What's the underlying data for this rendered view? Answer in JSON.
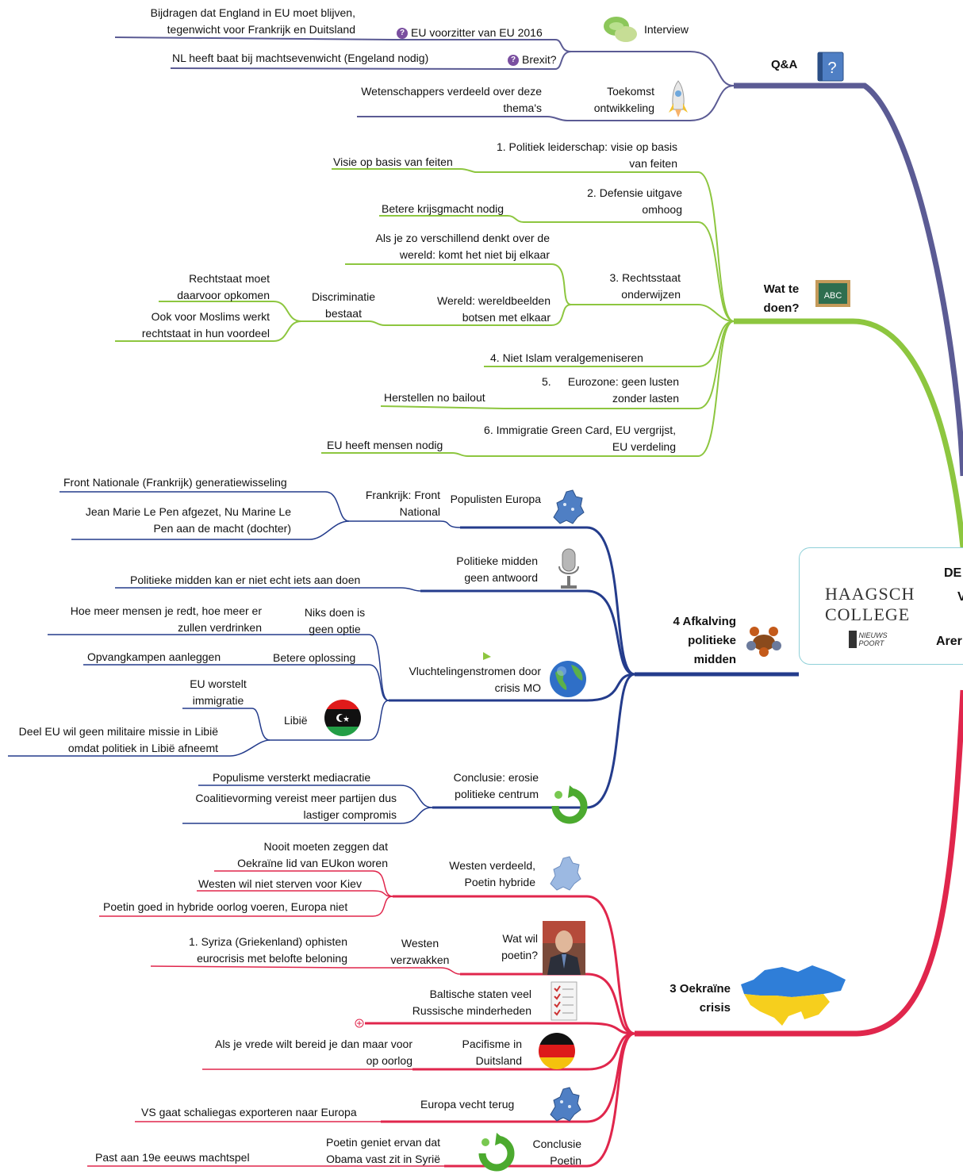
{
  "central": {
    "title_fragments": [
      "DE",
      "V",
      "Arer"
    ],
    "logo_line1": "HAAGSCH",
    "logo_line2": "COLLEGE",
    "logo_small": "NIEUWS POORT"
  },
  "branches": {
    "qa": {
      "label": "Q&A",
      "color": "#5b5b94",
      "interview": {
        "label": "Interview",
        "eu_chair": "EU voorzitter van EU 2016",
        "eu_chair_note": "Bijdragen dat England in EU moet blijven, tegenwicht voor Frankrijk en Duitsland",
        "brexit": "Brexit?",
        "brexit_note": "NL heeft baat bij machtsevenwicht (Engeland nodig)"
      },
      "future": {
        "label": "Toekomst ontwikkeling",
        "note": "Wetenschappers verdeeld over deze thema's"
      }
    },
    "todo": {
      "label": "Wat te doen?",
      "color": "#8dc63f",
      "items": [
        {
          "label": "1.  Politiek leiderschap: visie op basis van feiten",
          "note": "Visie op basis van feiten"
        },
        {
          "label": "2.  Defensie uitgave omhoog",
          "note": "Betere krijsgmacht nodig"
        },
        {
          "label": "3.  Rechtsstaat onderwijzen",
          "note": "Als je zo verschillend denkt over de wereld: komt het niet bij elkaar",
          "sub": "Wereld: wereldbeelden botsen met elkaar",
          "discrim": "Discriminatie bestaat",
          "discrim_notes": [
            "Rechtstaat moet daarvoor opkomen",
            "Ook voor Moslims werkt rechtstaat in hun voordeel"
          ]
        },
        {
          "label": "4. Niet Islam veralgemeniseren"
        },
        {
          "label_num": "5.",
          "label": "Eurozone: geen lusten zonder lasten",
          "note": "Herstellen no bailout"
        },
        {
          "label": "6.  Immigratie Green Card, EU vergrijst, EU verdeling",
          "note": "EU heeft mensen nodig"
        }
      ]
    },
    "politics": {
      "label": "4 Afkalving politieke midden",
      "color": "#243c8c",
      "populists": {
        "label": "Populisten Europa",
        "france": "Frankrijk: Front National",
        "notes": [
          "Front Nationale (Frankrijk) generatiewisseling",
          "Jean Marie Le Pen afgezet, Nu Marine Le Pen aan de macht (dochter)"
        ]
      },
      "middle": {
        "label": "Politieke midden geen antwoord",
        "note": "Politieke midden kan er niet echt iets aan doen"
      },
      "refugees": {
        "label": "Vluchtelingenstromen door crisis MO",
        "nothing": "Niks doen is geen optie",
        "nothing_note": "Hoe meer mensen je redt, hoe meer er zullen verdrinken",
        "better": "Betere oplossing",
        "better_note": "Opvangkampen aanleggen",
        "libya": "Libië",
        "libya_notes": [
          "EU worstelt immigratie",
          "Deel EU wil geen militaire missie in Libië omdat politiek in Libië afneemt"
        ]
      },
      "conclusion": {
        "label": "Conclusie: erosie politieke centrum",
        "notes": [
          "Populisme versterkt mediacratie",
          "Coalitievorming vereist meer partijen dus lastiger compromis"
        ]
      }
    },
    "ukraine": {
      "label": "3 Oekraïne crisis",
      "color": "#e0264c",
      "west": {
        "label": "Westen verdeeld, Poetin hybride",
        "notes": [
          "Nooit moeten zeggen dat Oekraïne lid van EUkon woren",
          "Westen wil niet sterven voor Kiev",
          "Poetin goed in hybride oorlog voeren, Europa niet"
        ]
      },
      "putin": {
        "label": "Wat wil poetin?",
        "weaken": "Westen verzwakken",
        "weaken_note": "1.    Syriza (Griekenland) ophisten eurocrisis met belofte beloning"
      },
      "baltic": {
        "label": "Baltische staten veel Russische minderheden"
      },
      "germany": {
        "label": "Pacifisme in Duitsland",
        "note": "Als je vrede wilt bereid je dan maar voor op oorlog"
      },
      "fight": {
        "label": "Europa vecht terug",
        "note": "VS gaat schaliegas exporteren naar Europa"
      },
      "conclusion": {
        "label": "Conclusie Poetin",
        "sub": "Poetin geniet ervan dat Obama vast zit in Syrië",
        "note": "Past aan 19e eeuws machtspel"
      }
    }
  }
}
